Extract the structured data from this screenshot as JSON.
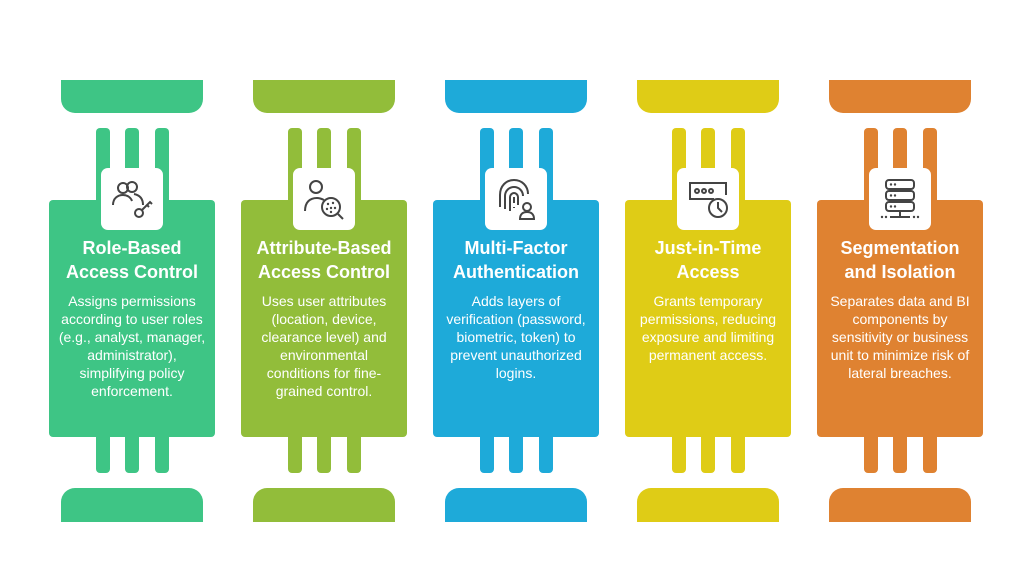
{
  "colors": [
    "#3ec585",
    "#92bd3a",
    "#1eaad9",
    "#dfcc16",
    "#df8231"
  ],
  "columns": [
    {
      "icon": "users-key-icon",
      "title": "Role-Based Access Control",
      "description": "Assigns permissions according to user roles (e.g., analyst, manager, administrator), simplifying policy enforcement."
    },
    {
      "icon": "user-search-icon",
      "title": "Attribute-Based Access Control",
      "description": "Uses user attributes (location, device, clearance level) and environmental conditions for fine-grained control."
    },
    {
      "icon": "fingerprint-user-icon",
      "title": "Multi-Factor Authentication",
      "description": "Adds layers of verification (password, biometric, token) to prevent unauthorized logins."
    },
    {
      "icon": "password-clock-icon",
      "title": "Just-in-Time Access",
      "description": "Grants temporary permissions, reducing exposure and limiting permanent access."
    },
    {
      "icon": "server-network-icon",
      "title": "Segmentation and Isolation",
      "description": "Separates data and BI components by sensitivity or business unit to minimize risk of lateral breaches."
    }
  ]
}
